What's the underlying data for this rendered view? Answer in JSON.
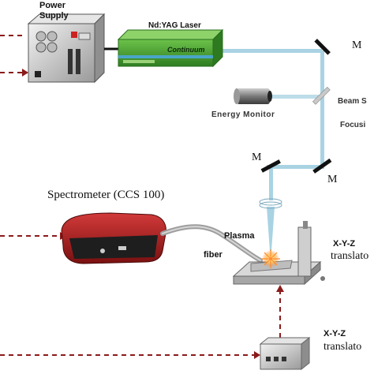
{
  "labels": {
    "power_supply_1": "Power",
    "power_supply_2": "Supply",
    "laser": "Nd:YAG Laser",
    "laser_brand": "Continuum",
    "mirror_top": "M",
    "beam_splitter": "Beam S",
    "energy_monitor": "Energy Monitor",
    "focusing": "Focusi",
    "mirror_left": "M",
    "mirror_right": "M",
    "spectrometer": "Spectrometer (CCS 100)",
    "plasma": "Plasma",
    "fiber": "fiber",
    "xyz_stage_1": "X-Y-Z",
    "xyz_stage_2": "translato",
    "xyz_controller_1": "X-Y-Z",
    "xyz_controller_2": "translato"
  },
  "colors": {
    "beam": "#a9d3e3",
    "dashed_signal": "#8b1a1a",
    "laser_body": "#3a9a2c",
    "spectrometer_body": "#b5202a"
  }
}
